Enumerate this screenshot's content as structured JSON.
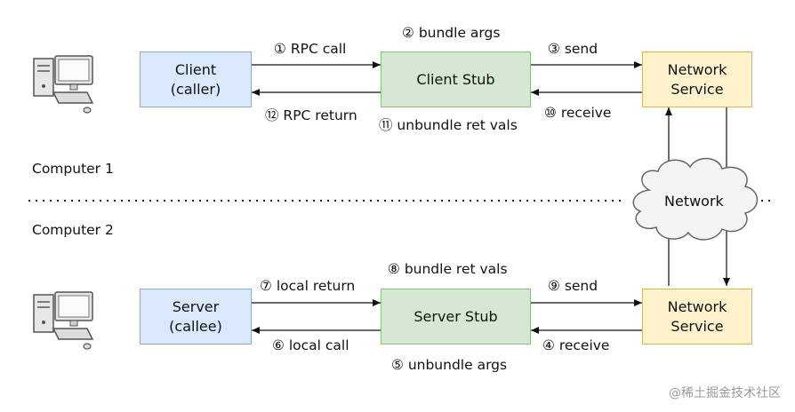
{
  "sections": {
    "top": "Computer 1",
    "bottom": "Computer 2"
  },
  "nodes": {
    "client": [
      "Client",
      "(caller)"
    ],
    "client_stub": "Client Stub",
    "network_service_top": [
      "Network",
      "Service"
    ],
    "server": [
      "Server",
      "(callee)"
    ],
    "server_stub": "Server Stub",
    "network_service_bottom": [
      "Network",
      "Service"
    ],
    "network": "Network"
  },
  "steps": {
    "s1": "① RPC call",
    "s2": "② bundle args",
    "s3": "③ send",
    "s4": "④ receive",
    "s5": "⑤ unbundle args",
    "s6": "⑥ local call",
    "s7": "⑦ local return",
    "s8": "⑧ bundle ret vals",
    "s9": "⑨ send",
    "s10": "⑩ receive",
    "s11": "⑪ unbundle ret vals",
    "s12": "⑫ RPC return"
  },
  "watermark": "@稀土掘金技术社区",
  "icons": [
    "computer-icon",
    "computer-icon",
    "cloud-icon"
  ]
}
